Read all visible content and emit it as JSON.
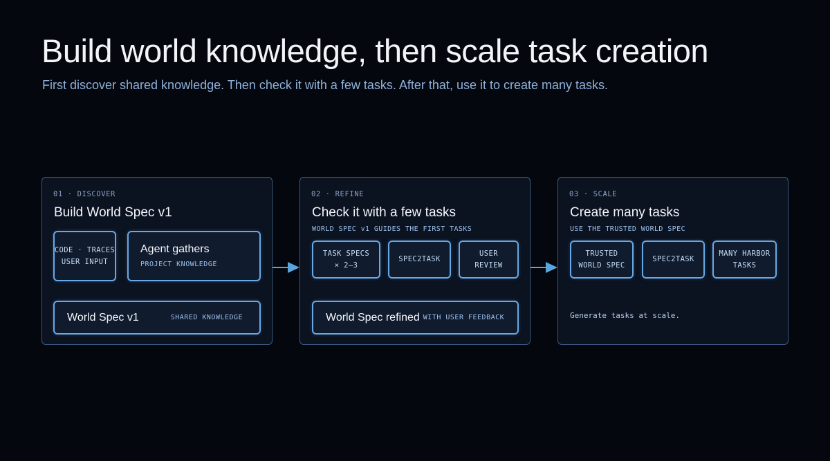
{
  "header": {
    "title": "Build world knowledge, then scale task creation",
    "subtitle": "First discover shared knowledge. Then check it with a few tasks. After that, use it to create many tasks."
  },
  "stages": [
    {
      "step": "01 · DISCOVER",
      "title": "Build World Spec v1",
      "inputs": [
        "CODE · TRACES",
        "USER INPUT"
      ],
      "agent": {
        "title": "Agent gathers",
        "note": "PROJECT KNOWLEDGE"
      },
      "result": {
        "title": "World Spec v1",
        "note": "SHARED KNOWLEDGE"
      }
    },
    {
      "step": "02 · REFINE",
      "title": "Check it with a few tasks",
      "note": "WORLD SPEC v1 GUIDES THE FIRST TASKS",
      "chips": [
        [
          "TASK SPECS",
          "× 2–3"
        ],
        [
          "SPEC2TASK"
        ],
        [
          "USER",
          "REVIEW"
        ]
      ],
      "result": {
        "title": "World Spec refined",
        "note": "WITH USER FEEDBACK"
      }
    },
    {
      "step": "03 · SCALE",
      "title": "Create many tasks",
      "note": "USE THE TRUSTED WORLD SPEC",
      "chips": [
        [
          "TRUSTED",
          "WORLD SPEC"
        ],
        [
          "SPEC2TASK"
        ],
        [
          "MANY HARBOR",
          "TASKS"
        ]
      ],
      "footer": "Generate tasks at scale."
    }
  ],
  "colors": {
    "background": "#04070d",
    "panel_border": "#3c5a80",
    "chip_border": "#67a9e6",
    "arrow": "#5aa6dc",
    "subtitle": "#8fb2dd"
  }
}
